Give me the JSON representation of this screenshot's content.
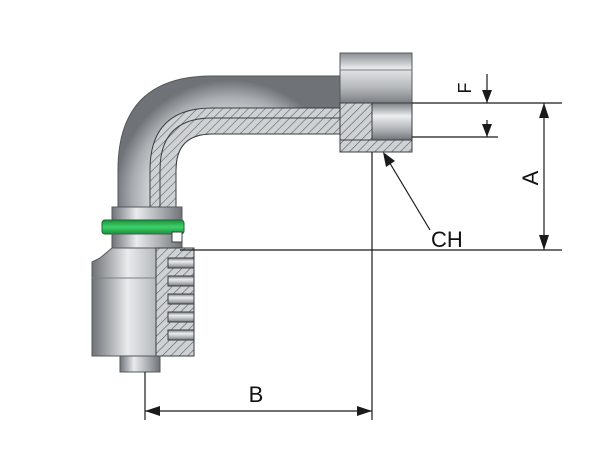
{
  "diagram": {
    "labels": {
      "a": "A",
      "b": "B",
      "f": "F",
      "ch": "CH"
    },
    "colors": {
      "metal_dark": "#6f7378",
      "metal_mid": "#a9adb1",
      "metal_light": "#e9ebec",
      "seal_ring": "#22b14c",
      "line": "#1a1a1a"
    }
  }
}
